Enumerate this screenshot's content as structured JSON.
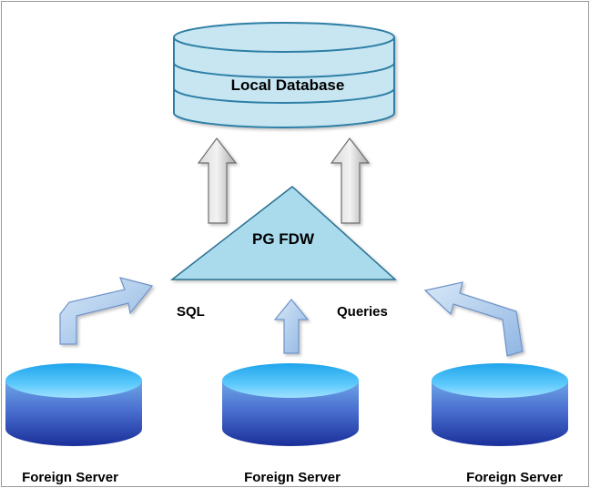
{
  "diagram": {
    "local_database_label": "Local Database",
    "fdw_label": "PG FDW",
    "sql_label": "SQL",
    "queries_label": "Queries",
    "servers": [
      {
        "label": "Foreign Server"
      },
      {
        "label": "Foreign Server"
      },
      {
        "label": "Foreign Server"
      }
    ]
  },
  "colors": {
    "local_db_fill": "#c7e6f2",
    "local_db_stroke": "#2f7fa6",
    "fdw_fill": "#a9dbec",
    "server_top": "#33bdf6",
    "server_body_dark": "#1a2f9a",
    "arrow_up_gray": "#bdbdbd",
    "arrow_blue": "#b8d4ee"
  }
}
